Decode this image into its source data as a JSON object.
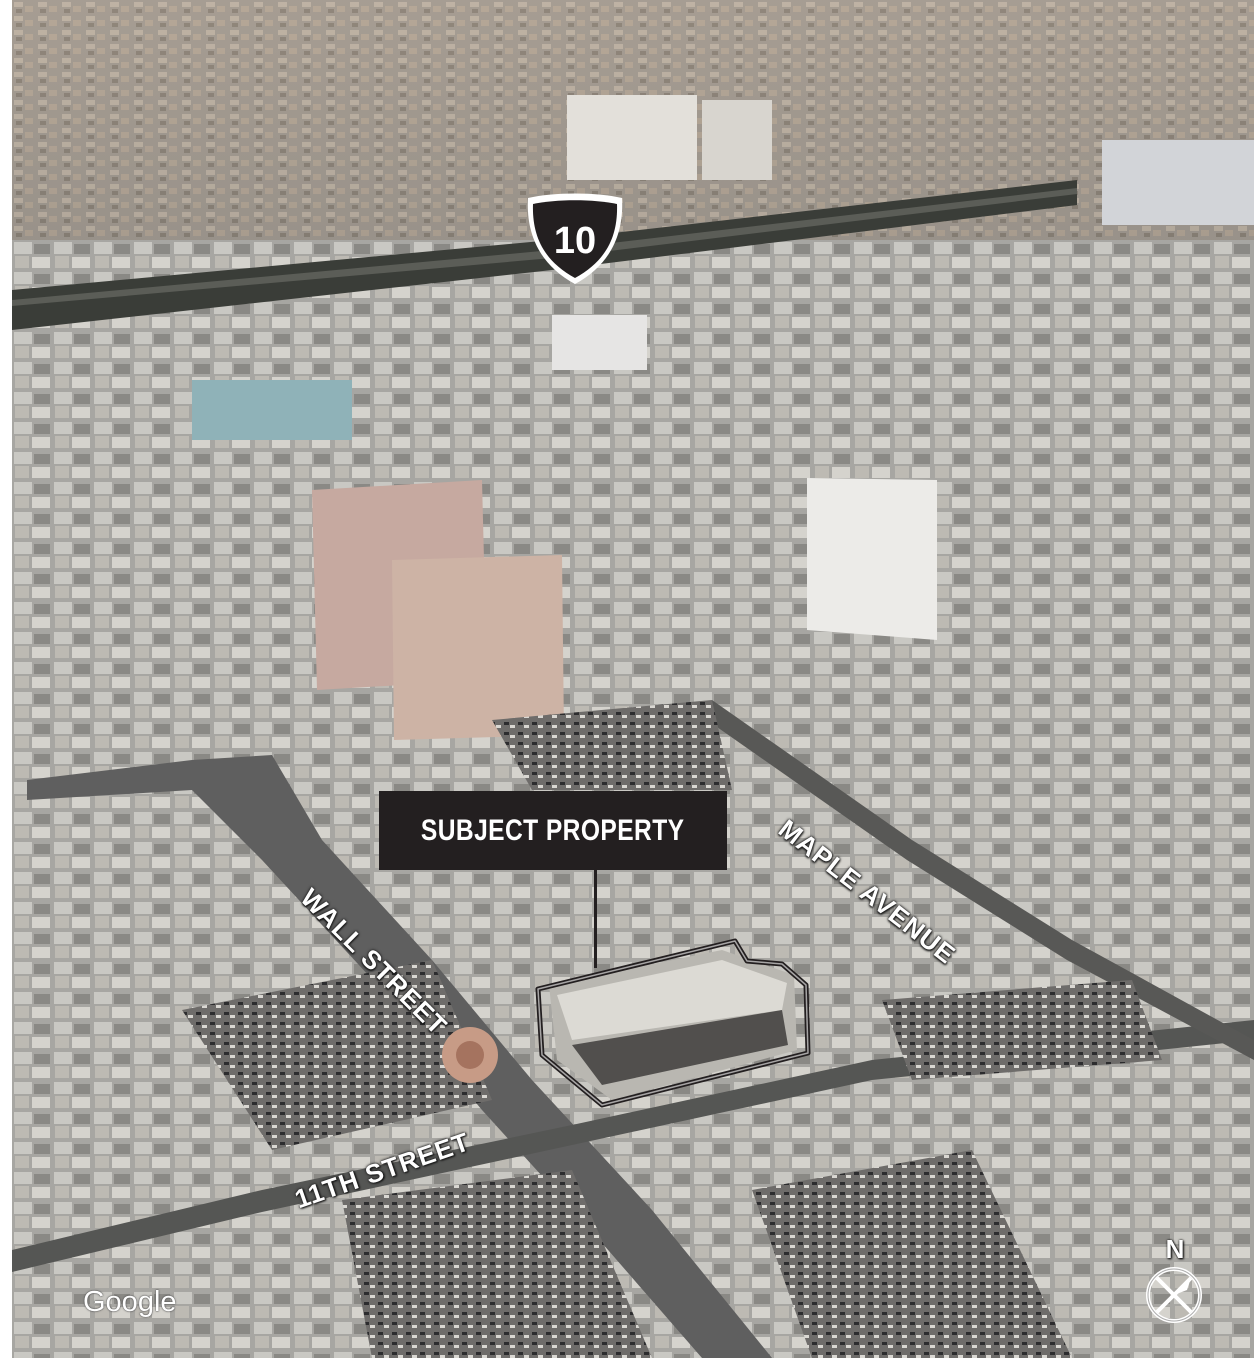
{
  "map": {
    "callout": {
      "label": "SUBJECT PROPERTY"
    },
    "streets": [
      {
        "label": "WALL STREET"
      },
      {
        "label": "MAPLE AVENUE"
      },
      {
        "label": "11TH STREET"
      }
    ],
    "highway": {
      "shield_number": "10",
      "shield_type": "interstate-shield-icon"
    },
    "compass": {
      "letter": "N",
      "icon": "north-arrow-icon"
    },
    "attribution": "Google",
    "colors": {
      "callout_bg": "#231f20",
      "outline": "#231f20",
      "label_text": "#ffffff"
    }
  }
}
